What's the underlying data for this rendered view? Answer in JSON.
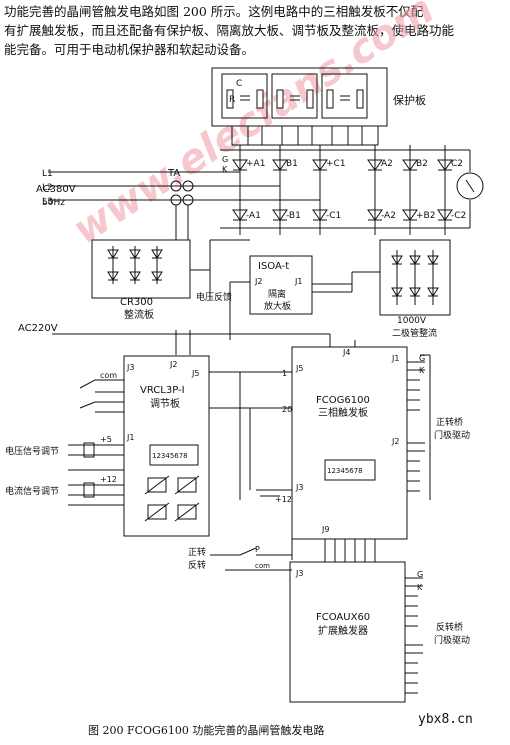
{
  "intro": [
    "功能完善的晶闸管触发电路如图 200 所示。这例电路中的三相触发板不仅配",
    "有扩展触发板，而且还配备有保护板、隔离放大板、调节板及整流板，使电路功能",
    "能完备。可用于电动机保护器和软起动设备。"
  ],
  "watermark": "www.elecfans.com",
  "site": "ybx8.cn",
  "caption": "图 200   FCOG6100 功能完善的晶闸管触发电路",
  "labels": {
    "protect_board": "保护板",
    "r": "R",
    "c": "C",
    "l1": "L1",
    "l2": "L2",
    "l3": "L3",
    "ac380": "AC380V",
    "hz": "50Hz",
    "ta": "TA",
    "a1p": "+A1",
    "b1p": "B1",
    "c1p": "+C1",
    "a2p": "A2",
    "b2p": "B2",
    "c2p": "C2",
    "a1m": "-A1",
    "b1m": "-B1",
    "c1m": "-C1",
    "a2m": "-A2",
    "b2m": "+B2",
    "c2m": "-C2",
    "g": "G",
    "k": "K",
    "isoa": "ISOA-t",
    "isoa_j2": "J2",
    "isoa_j1": "J1",
    "isoa_name1": "隔离",
    "isoa_name2": "放大板",
    "cr300": "CR300",
    "rect_board": "整流板",
    "volt_fb": "电压反馈",
    "v1000": "1000V",
    "diode_rect": "二极管整流",
    "ac220": "AC220V",
    "vrcl": "VRCL3P-I",
    "tune_board": "调节板",
    "j3": "J3",
    "j2": "J2",
    "j5": "J5",
    "j1": "J1",
    "com": "com",
    "plus5": "+5",
    "plus12": "+12",
    "volt_reg": "电压信号调节",
    "curr_reg": "电流信号调节",
    "dip": "12345678",
    "fcog": "FCOG6100",
    "three_phase": "三相触发板",
    "j4": "J4",
    "j9": "J9",
    "fwd_gate1": "正转桥",
    "fwd_gate2": "门极驱动",
    "fwd": "正转",
    "rev": "反转",
    "p": "P",
    "aux": "FCOAUX60",
    "aux_name": "扩展触发器",
    "rev_gate1": "反转桥",
    "rev_gate2": "门极驱动",
    "n20": "20",
    "n1": "1"
  }
}
